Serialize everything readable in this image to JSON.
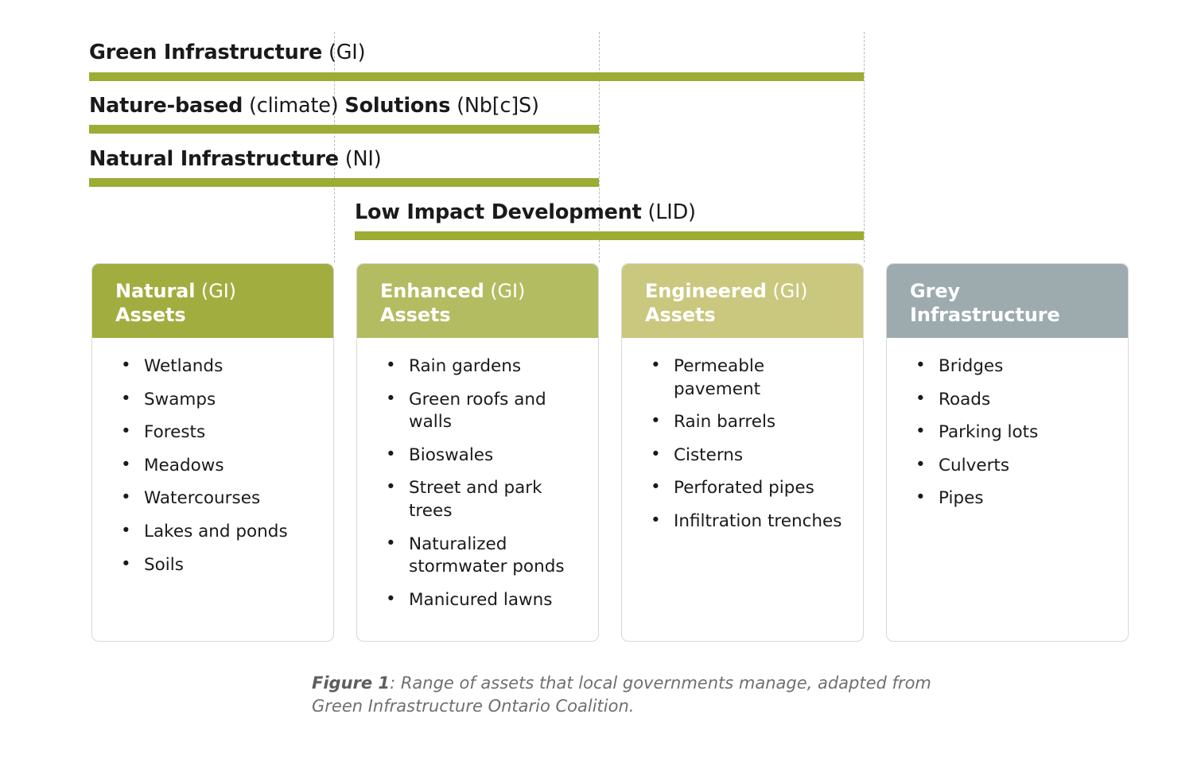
{
  "figure": {
    "scopes": [
      {
        "id": "green-infrastructure",
        "label_bold": "Green Infrastructure",
        "label_light": " (GI)"
      },
      {
        "id": "nature-based-solutions",
        "label_bold": "Nature-based",
        "label_light": " (climate) ",
        "label_bold2": "Solutions",
        "label_light2": " (Nb[c]S)"
      },
      {
        "id": "natural-infrastructure",
        "label_bold": "Natural Infrastructure",
        "label_light": " (NI)"
      },
      {
        "id": "low-impact-development",
        "label_bold": "Low Impact Development",
        "label_light": " (LID)"
      }
    ],
    "cards": [
      {
        "id": "natural-gi-assets",
        "title_bold": "Natural",
        "title_light": " (GI)",
        "title_line2": "Assets",
        "header_color": "#a2ad3f",
        "items": [
          "Wetlands",
          "Swamps",
          "Forests",
          "Meadows",
          "Watercourses",
          "Lakes and ponds",
          "Soils"
        ]
      },
      {
        "id": "enhanced-gi-assets",
        "title_bold": "Enhanced",
        "title_light": " (GI)",
        "title_line2": "Assets",
        "header_color": "#b3bc61",
        "items": [
          "Rain gardens",
          "Green roofs and walls",
          "Bioswales",
          "Street and park trees",
          "Naturalized stormwater ponds",
          "Manicured lawns"
        ]
      },
      {
        "id": "engineered-gi-assets",
        "title_bold": "Engineered",
        "title_light": " (GI)",
        "title_line2": "Assets",
        "header_color": "#cac87f",
        "items": [
          "Permeable pavement",
          "Rain barrels",
          "Cisterns",
          "Perforated pipes",
          "Infiltration trenches"
        ]
      },
      {
        "id": "grey-infrastructure",
        "title_bold": "Grey",
        "title_light": "",
        "title_line2": "Infrastructure",
        "header_color": "#9dabaf",
        "items": [
          "Bridges",
          "Roads",
          "Parking lots",
          "Culverts",
          "Pipes"
        ]
      }
    ],
    "caption": {
      "strong": "Figure 1",
      "rest": ": Range of assets that local governments manage, adapted from Green Infrastructure Ontario Coalition."
    },
    "colors": {
      "bar_green": "#9cac34",
      "guide_line": "#b9b9b9",
      "card_border": "#d7d7d7",
      "caption_text": "#6f6f6f"
    }
  }
}
